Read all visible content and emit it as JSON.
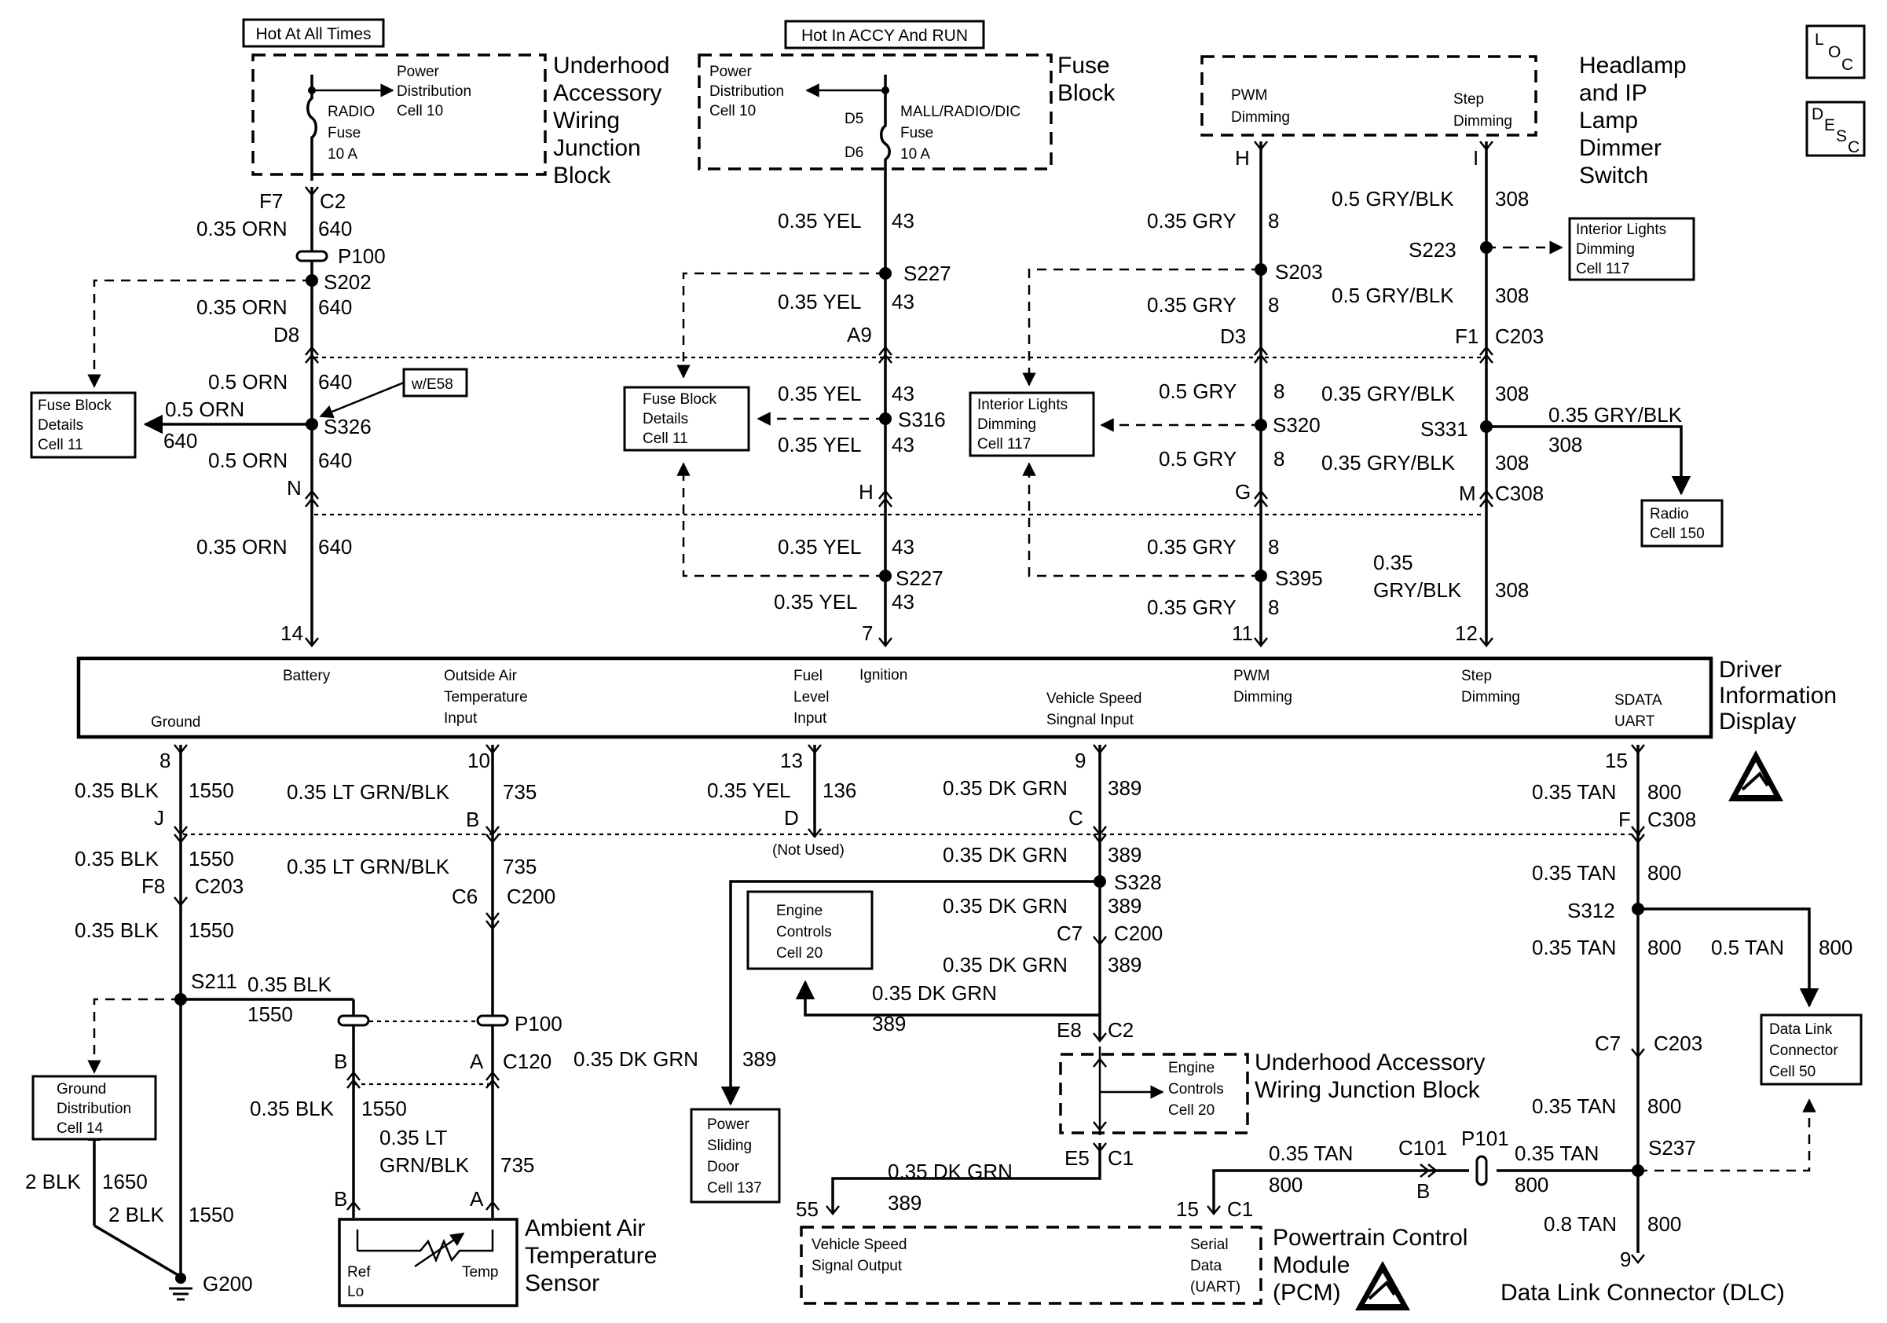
{
  "header_boxes": [
    {
      "id": "hot_all",
      "text": "Hot At All Times"
    },
    {
      "id": "hot_accy",
      "text": "Hot In ACCY And RUN"
    }
  ],
  "components": [
    {
      "id": "uhajb_top",
      "lines": [
        "Underhood",
        "Accessory",
        "Wiring",
        "Junction",
        "Block"
      ]
    },
    {
      "id": "fuse_block",
      "lines": [
        "Fuse",
        "Block"
      ]
    },
    {
      "id": "dimmer",
      "lines": [
        "Headlamp",
        "and IP",
        "Lamp",
        "Dimmer",
        "Switch"
      ]
    },
    {
      "id": "dic",
      "lines": [
        "Driver",
        "Information",
        "Display"
      ]
    },
    {
      "id": "uhajb_bot",
      "lines": [
        "Underhood Accessory",
        "Wiring Junction Block"
      ]
    },
    {
      "id": "pcm",
      "lines": [
        "Powertrain Control",
        "Module",
        "(PCM)"
      ]
    },
    {
      "id": "aats",
      "lines": [
        "Ambient Air",
        "Temperature",
        "Sensor"
      ]
    },
    {
      "id": "dlc",
      "lines": [
        "Data Link Connector (DLC)"
      ]
    }
  ],
  "refs": [
    {
      "id": "fbd_l",
      "lines": [
        "Fuse Block",
        "Details",
        "Cell 11"
      ]
    },
    {
      "id": "fbd_m",
      "lines": [
        "Fuse Block",
        "Details",
        "Cell 11"
      ]
    },
    {
      "id": "ild_m",
      "lines": [
        "Interior Lights",
        "Dimming",
        "Cell 117"
      ]
    },
    {
      "id": "ild_r",
      "lines": [
        "Interior Lights",
        "Dimming",
        "Cell 117"
      ]
    },
    {
      "id": "radio",
      "lines": [
        "Radio",
        "Cell 150"
      ]
    },
    {
      "id": "engine20",
      "lines": [
        "Engine",
        "Controls",
        "Cell 20"
      ]
    },
    {
      "id": "psd",
      "lines": [
        "Power",
        "Sliding",
        "Door",
        "Cell 137"
      ]
    },
    {
      "id": "gnd14",
      "lines": [
        "Ground",
        "Distribution",
        "Cell 14"
      ]
    },
    {
      "id": "dlc50",
      "lines": [
        "Data Link",
        "Connector",
        "Cell 50"
      ]
    },
    {
      "id": "we58",
      "lines": [
        "w/E58"
      ]
    }
  ],
  "inner_labels": {
    "pdc_left": [
      "Power",
      "Distribution",
      "Cell 10"
    ],
    "radio_fuse": [
      "RADIO",
      "Fuse",
      "10 A"
    ],
    "pdc_mid": [
      "Power",
      "Distribution",
      "Cell 10"
    ],
    "mall_fuse": [
      "MALL/RADIO/DIC",
      "Fuse",
      "10 A"
    ],
    "pwm_dim": [
      "PWM",
      "Dimming"
    ],
    "step_dim": [
      "Step",
      "Dimming"
    ],
    "eng_inner": [
      "Engine",
      "Controls",
      "Cell 20"
    ],
    "vss_out": [
      "Vehicle Speed",
      "Signal Output"
    ],
    "serial": [
      "Serial",
      "Data",
      "(UART)"
    ],
    "ref_lo": [
      "Ref",
      "Lo"
    ],
    "temp": [
      "Temp"
    ],
    "not_used": [
      "(Not Used)"
    ]
  },
  "dic_pins": [
    {
      "id": "battery",
      "lines": [
        "Battery"
      ]
    },
    {
      "id": "oat",
      "lines": [
        "Outside Air",
        "Temperature",
        "Input"
      ]
    },
    {
      "id": "fuel",
      "lines": [
        "Fuel",
        "Level",
        "Input"
      ]
    },
    {
      "id": "ign",
      "lines": [
        "Ignition"
      ]
    },
    {
      "id": "vss",
      "lines": [
        "Vehicle Speed",
        "Singnal Input"
      ]
    },
    {
      "id": "pwm",
      "lines": [
        "PWM",
        "Dimming"
      ]
    },
    {
      "id": "step",
      "lines": [
        "Step",
        "Dimming"
      ]
    },
    {
      "id": "sdata",
      "lines": [
        "SDATA",
        "UART"
      ]
    },
    {
      "id": "ground",
      "lines": [
        "Ground"
      ]
    }
  ],
  "labels": [
    {
      "id": "l1",
      "t": "F7"
    },
    {
      "id": "l2",
      "t": "C2"
    },
    {
      "id": "l3",
      "t": "0.35 ORN"
    },
    {
      "id": "l4",
      "t": "640"
    },
    {
      "id": "l5",
      "t": "P100"
    },
    {
      "id": "l6",
      "t": "S202"
    },
    {
      "id": "l7",
      "t": "0.35 ORN"
    },
    {
      "id": "l8",
      "t": "640"
    },
    {
      "id": "l9",
      "t": "D8"
    },
    {
      "id": "l10",
      "t": "0.5 ORN"
    },
    {
      "id": "l11",
      "t": "640"
    },
    {
      "id": "l12",
      "t": "0.5 ORN"
    },
    {
      "id": "l13",
      "t": "640"
    },
    {
      "id": "l14",
      "t": "S326"
    },
    {
      "id": "l15",
      "t": "0.5 ORN"
    },
    {
      "id": "l16",
      "t": "640"
    },
    {
      "id": "l17",
      "t": "N"
    },
    {
      "id": "l18",
      "t": "0.35 ORN"
    },
    {
      "id": "l19",
      "t": "640"
    },
    {
      "id": "l20",
      "t": "14"
    },
    {
      "id": "l21",
      "t": "D5"
    },
    {
      "id": "l22",
      "t": "D6"
    },
    {
      "id": "l23",
      "t": "0.35 YEL"
    },
    {
      "id": "l24",
      "t": "43"
    },
    {
      "id": "l25",
      "t": "S227"
    },
    {
      "id": "l26",
      "t": "0.35 YEL"
    },
    {
      "id": "l27",
      "t": "43"
    },
    {
      "id": "l28",
      "t": "A9"
    },
    {
      "id": "l29",
      "t": "0.35 YEL"
    },
    {
      "id": "l30",
      "t": "43"
    },
    {
      "id": "l31",
      "t": "S316"
    },
    {
      "id": "l32",
      "t": "0.35 YEL"
    },
    {
      "id": "l33",
      "t": "43"
    },
    {
      "id": "l34",
      "t": "H"
    },
    {
      "id": "l35",
      "t": "0.35 YEL"
    },
    {
      "id": "l36",
      "t": "43"
    },
    {
      "id": "l37",
      "t": "S227"
    },
    {
      "id": "l38",
      "t": "0.35 YEL"
    },
    {
      "id": "l39",
      "t": "43"
    },
    {
      "id": "l40",
      "t": "7"
    },
    {
      "id": "l41",
      "t": "H"
    },
    {
      "id": "l42",
      "t": "0.35 GRY"
    },
    {
      "id": "l43",
      "t": "8"
    },
    {
      "id": "l44",
      "t": "S203"
    },
    {
      "id": "l45",
      "t": "0.35 GRY"
    },
    {
      "id": "l46",
      "t": "8"
    },
    {
      "id": "l47",
      "t": "D3"
    },
    {
      "id": "l48",
      "t": "0.5 GRY"
    },
    {
      "id": "l49",
      "t": "8"
    },
    {
      "id": "l50",
      "t": "S320"
    },
    {
      "id": "l51",
      "t": "0.5 GRY"
    },
    {
      "id": "l52",
      "t": "8"
    },
    {
      "id": "l53",
      "t": "G"
    },
    {
      "id": "l54",
      "t": "0.35 GRY"
    },
    {
      "id": "l55",
      "t": "8"
    },
    {
      "id": "l56",
      "t": "S395"
    },
    {
      "id": "l57",
      "t": "0.35 GRY"
    },
    {
      "id": "l58",
      "t": "8"
    },
    {
      "id": "l59",
      "t": "11"
    },
    {
      "id": "l60",
      "t": "I"
    },
    {
      "id": "l61",
      "t": "0.5 GRY/BLK"
    },
    {
      "id": "l62",
      "t": "308"
    },
    {
      "id": "l63",
      "t": "S223"
    },
    {
      "id": "l64",
      "t": "0.5 GRY/BLK"
    },
    {
      "id": "l65",
      "t": "308"
    },
    {
      "id": "l66",
      "t": "F1"
    },
    {
      "id": "l67",
      "t": "C203"
    },
    {
      "id": "l68",
      "t": "0.35 GRY/BLK"
    },
    {
      "id": "l69",
      "t": "308"
    },
    {
      "id": "l70",
      "t": "S331"
    },
    {
      "id": "l71",
      "t": "0.35 GRY/BLK"
    },
    {
      "id": "l72",
      "t": "308"
    },
    {
      "id": "l73",
      "t": "0.35 GRY/BLK"
    },
    {
      "id": "l74",
      "t": "308"
    },
    {
      "id": "l75",
      "t": "M"
    },
    {
      "id": "l76",
      "t": "C308"
    },
    {
      "id": "l77",
      "t": "0.35"
    },
    {
      "id": "l78",
      "t": "GRY/BLK"
    },
    {
      "id": "l79",
      "t": "308"
    },
    {
      "id": "l80",
      "t": "12"
    },
    {
      "id": "l81",
      "t": "8"
    },
    {
      "id": "l82",
      "t": "0.35 BLK"
    },
    {
      "id": "l83",
      "t": "1550"
    },
    {
      "id": "l84",
      "t": "J"
    },
    {
      "id": "l85",
      "t": "0.35 BLK"
    },
    {
      "id": "l86",
      "t": "1550"
    },
    {
      "id": "l87",
      "t": "F8"
    },
    {
      "id": "l88",
      "t": "C203"
    },
    {
      "id": "l89",
      "t": "0.35 BLK"
    },
    {
      "id": "l90",
      "t": "1550"
    },
    {
      "id": "l91",
      "t": "S211"
    },
    {
      "id": "l92",
      "t": "0.35 BLK"
    },
    {
      "id": "l93",
      "t": "1550"
    },
    {
      "id": "l94",
      "t": "2 BLK"
    },
    {
      "id": "l95",
      "t": "1650"
    },
    {
      "id": "l96",
      "t": "2 BLK"
    },
    {
      "id": "l97",
      "t": "1550"
    },
    {
      "id": "l98",
      "t": "G200"
    },
    {
      "id": "l99",
      "t": "10"
    },
    {
      "id": "l100",
      "t": "0.35 LT GRN/BLK"
    },
    {
      "id": "l101",
      "t": "735"
    },
    {
      "id": "l102",
      "t": "B"
    },
    {
      "id": "l103",
      "t": "0.35 LT GRN/BLK"
    },
    {
      "id": "l104",
      "t": "735"
    },
    {
      "id": "l105",
      "t": "C6"
    },
    {
      "id": "l106",
      "t": "C200"
    },
    {
      "id": "l107",
      "t": "P100"
    },
    {
      "id": "l108",
      "t": "B"
    },
    {
      "id": "l109",
      "t": "A"
    },
    {
      "id": "l110",
      "t": "C120"
    },
    {
      "id": "l111",
      "t": "0.35 BLK"
    },
    {
      "id": "l112",
      "t": "1550"
    },
    {
      "id": "l113",
      "t": "0.35 LT"
    },
    {
      "id": "l114",
      "t": "GRN/BLK"
    },
    {
      "id": "l115",
      "t": "735"
    },
    {
      "id": "l116",
      "t": "B"
    },
    {
      "id": "l117",
      "t": "A"
    },
    {
      "id": "l118",
      "t": "13"
    },
    {
      "id": "l119",
      "t": "0.35 YEL"
    },
    {
      "id": "l120",
      "t": "136"
    },
    {
      "id": "l121",
      "t": "D"
    },
    {
      "id": "l122",
      "t": "9"
    },
    {
      "id": "l123",
      "t": "0.35 DK GRN"
    },
    {
      "id": "l124",
      "t": "389"
    },
    {
      "id": "l125",
      "t": "C"
    },
    {
      "id": "l126",
      "t": "0.35 DK GRN"
    },
    {
      "id": "l127",
      "t": "389"
    },
    {
      "id": "l128",
      "t": "S328"
    },
    {
      "id": "l129",
      "t": "0.35 DK GRN"
    },
    {
      "id": "l130",
      "t": "389"
    },
    {
      "id": "l131",
      "t": "C7"
    },
    {
      "id": "l132",
      "t": "C200"
    },
    {
      "id": "l133",
      "t": "0.35 DK GRN"
    },
    {
      "id": "l134",
      "t": "389"
    },
    {
      "id": "l135",
      "t": "0.35 DK GRN"
    },
    {
      "id": "l136",
      "t": "389"
    },
    {
      "id": "l137",
      "t": "E8"
    },
    {
      "id": "l138",
      "t": "C2"
    },
    {
      "id": "l139",
      "t": "0.35 DK GRN"
    },
    {
      "id": "l140",
      "t": "389"
    },
    {
      "id": "l141",
      "t": "E5"
    },
    {
      "id": "l142",
      "t": "C1"
    },
    {
      "id": "l143",
      "t": "0.35 DK GRN"
    },
    {
      "id": "l144",
      "t": "389"
    },
    {
      "id": "l145",
      "t": "55"
    },
    {
      "id": "l146",
      "t": "15"
    },
    {
      "id": "l147",
      "t": "0.35 TAN"
    },
    {
      "id": "l148",
      "t": "800"
    },
    {
      "id": "l149",
      "t": "F"
    },
    {
      "id": "l150",
      "t": "C308"
    },
    {
      "id": "l151",
      "t": "0.35 TAN"
    },
    {
      "id": "l152",
      "t": "800"
    },
    {
      "id": "l153",
      "t": "S312"
    },
    {
      "id": "l154",
      "t": "0.35 TAN"
    },
    {
      "id": "l155",
      "t": "800"
    },
    {
      "id": "l156",
      "t": "0.5 TAN"
    },
    {
      "id": "l157",
      "t": "800"
    },
    {
      "id": "l158",
      "t": "C7"
    },
    {
      "id": "l159",
      "t": "C203"
    },
    {
      "id": "l160",
      "t": "0.35 TAN"
    },
    {
      "id": "l161",
      "t": "800"
    },
    {
      "id": "l162",
      "t": "S237"
    },
    {
      "id": "l163",
      "t": "0.35 TAN"
    },
    {
      "id": "l164",
      "t": "800"
    },
    {
      "id": "l165",
      "t": "P101"
    },
    {
      "id": "l166",
      "t": "C101"
    },
    {
      "id": "l167",
      "t": "B"
    },
    {
      "id": "l168",
      "t": "0.35 TAN"
    },
    {
      "id": "l169",
      "t": "800"
    },
    {
      "id": "l170",
      "t": "15"
    },
    {
      "id": "l171",
      "t": "C1"
    },
    {
      "id": "l172",
      "t": "0.8 TAN"
    },
    {
      "id": "l173",
      "t": "800"
    },
    {
      "id": "l174",
      "t": "9"
    }
  ],
  "icons": {
    "loc": [
      "L",
      "O",
      "C"
    ],
    "desc": [
      "D",
      "E",
      "S",
      "C"
    ]
  }
}
